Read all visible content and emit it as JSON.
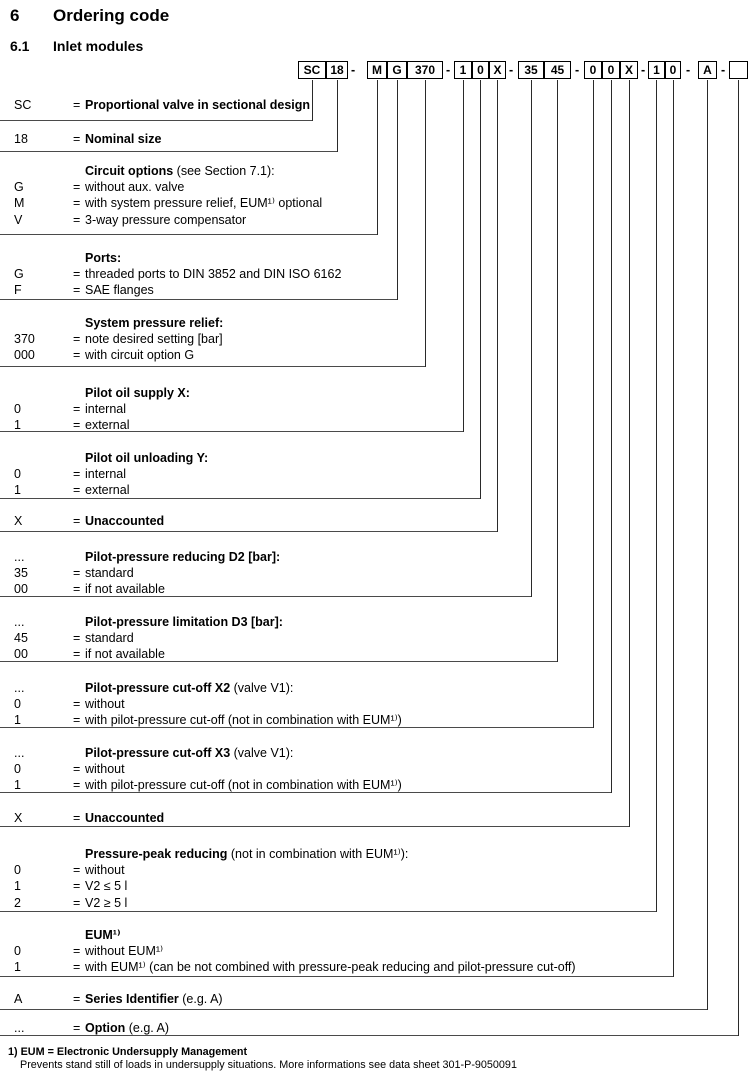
{
  "colors": {
    "text": "#000000",
    "lines": "#4a4a4a"
  },
  "header": {
    "section_number": "6",
    "title": "Ordering code",
    "subsection_number": "6.1",
    "subtitle": "Inlet modules"
  },
  "ordering_code": {
    "segments": [
      {
        "kind": "box",
        "label": "SC"
      },
      {
        "kind": "box",
        "label": "18"
      },
      {
        "kind": "dash",
        "label": "-"
      },
      {
        "kind": "box",
        "label": "M"
      },
      {
        "kind": "box",
        "label": "G"
      },
      {
        "kind": "box",
        "label": "370"
      },
      {
        "kind": "dash",
        "label": "-"
      },
      {
        "kind": "box",
        "label": "1"
      },
      {
        "kind": "box",
        "label": "0"
      },
      {
        "kind": "box",
        "label": "X"
      },
      {
        "kind": "dash",
        "label": "-"
      },
      {
        "kind": "box",
        "label": "35"
      },
      {
        "kind": "box",
        "label": "45"
      },
      {
        "kind": "dash",
        "label": "-"
      },
      {
        "kind": "box",
        "label": "0"
      },
      {
        "kind": "box",
        "label": "0"
      },
      {
        "kind": "box",
        "label": "X"
      },
      {
        "kind": "dash",
        "label": "-"
      },
      {
        "kind": "box",
        "label": "1"
      },
      {
        "kind": "box",
        "label": "0"
      },
      {
        "kind": "dash",
        "label": "-"
      },
      {
        "kind": "box",
        "label": "A"
      },
      {
        "kind": "dash",
        "label": "-"
      },
      {
        "kind": "box",
        "label": ""
      }
    ]
  },
  "sections": [
    {
      "id": "sectional-design",
      "rows": [
        {
          "code": "SC",
          "eq": "=",
          "bold": "Proportional valve in sectional design",
          "rest": ""
        }
      ]
    },
    {
      "id": "nominal-size",
      "rows": [
        {
          "code": "18",
          "eq": "=",
          "bold": "Nominal size",
          "rest": ""
        }
      ]
    },
    {
      "id": "circuit-options",
      "rows": [
        {
          "code": "",
          "eq": "",
          "bold": "Circuit options",
          "rest": " (see Section 7.1):"
        },
        {
          "code": "G",
          "eq": "=",
          "bold": "",
          "rest": "without aux. valve"
        },
        {
          "code": "M",
          "eq": "=",
          "bold": "",
          "rest": "with system pressure relief, EUM¹⁾ optional"
        },
        {
          "code": "V",
          "eq": "=",
          "bold": "",
          "rest": "3-way pressure compensator"
        }
      ]
    },
    {
      "id": "ports",
      "rows": [
        {
          "code": "",
          "eq": "",
          "bold": "Ports:",
          "rest": ""
        },
        {
          "code": "G",
          "eq": "=",
          "bold": "",
          "rest": "threaded ports to DIN 3852 and DIN ISO 6162"
        },
        {
          "code": "F",
          "eq": "=",
          "bold": "",
          "rest": "SAE flanges"
        }
      ]
    },
    {
      "id": "system-pressure-relief",
      "rows": [
        {
          "code": "",
          "eq": "",
          "bold": "System pressure relief:",
          "rest": ""
        },
        {
          "code": "370",
          "eq": "=",
          "bold": "",
          "rest": "note desired setting [bar]"
        },
        {
          "code": "000",
          "eq": "=",
          "bold": "",
          "rest": "with circuit option G"
        }
      ]
    },
    {
      "id": "pilot-oil-supply-x",
      "rows": [
        {
          "code": "",
          "eq": "",
          "bold": "Pilot oil supply X:",
          "rest": ""
        },
        {
          "code": "0",
          "eq": "=",
          "bold": "",
          "rest": "internal"
        },
        {
          "code": "1",
          "eq": "=",
          "bold": "",
          "rest": "external"
        }
      ]
    },
    {
      "id": "pilot-oil-unloading-y",
      "rows": [
        {
          "code": "",
          "eq": "",
          "bold": "Pilot oil unloading Y:",
          "rest": ""
        },
        {
          "code": "0",
          "eq": "=",
          "bold": "",
          "rest": "internal"
        },
        {
          "code": "1",
          "eq": "=",
          "bold": "",
          "rest": "external"
        }
      ]
    },
    {
      "id": "unaccounted-1",
      "rows": [
        {
          "code": "X",
          "eq": "=",
          "bold": "Unaccounted",
          "rest": ""
        }
      ]
    },
    {
      "id": "pilot-pressure-reducing-d2",
      "rows": [
        {
          "code": "...",
          "eq": "",
          "bold": "Pilot-pressure reducing D2 [bar]:",
          "rest": ""
        },
        {
          "code": "35",
          "eq": "=",
          "bold": "",
          "rest": "standard"
        },
        {
          "code": "00",
          "eq": "=",
          "bold": "",
          "rest": "if not available"
        }
      ]
    },
    {
      "id": "pilot-pressure-limitation-d3",
      "rows": [
        {
          "code": "...",
          "eq": "",
          "bold": "Pilot-pressure limitation D3 [bar]:",
          "rest": ""
        },
        {
          "code": "45",
          "eq": "=",
          "bold": "",
          "rest": "standard"
        },
        {
          "code": "00",
          "eq": "=",
          "bold": "",
          "rest": "if not available"
        }
      ]
    },
    {
      "id": "pilot-pressure-cut-off-x2",
      "rows": [
        {
          "code": "...",
          "eq": "",
          "bold": "Pilot-pressure cut-off X2",
          "rest": " (valve V1):"
        },
        {
          "code": "0",
          "eq": "=",
          "bold": "",
          "rest": "without"
        },
        {
          "code": "1",
          "eq": "=",
          "bold": "",
          "rest": "with pilot-pressure cut-off (not in combination with EUM¹⁾)"
        }
      ]
    },
    {
      "id": "pilot-pressure-cut-off-x3",
      "rows": [
        {
          "code": "...",
          "eq": "",
          "bold": "Pilot-pressure cut-off X3",
          "rest": " (valve V1):"
        },
        {
          "code": "0",
          "eq": "=",
          "bold": "",
          "rest": "without"
        },
        {
          "code": "1",
          "eq": "=",
          "bold": "",
          "rest": "with pilot-pressure cut-off (not in combination with EUM¹⁾)"
        }
      ]
    },
    {
      "id": "unaccounted-2",
      "rows": [
        {
          "code": "X",
          "eq": "=",
          "bold": "Unaccounted",
          "rest": ""
        }
      ]
    },
    {
      "id": "pressure-peak-reducing",
      "rows": [
        {
          "code": "",
          "eq": "",
          "bold": "Pressure-peak reducing",
          "rest": " (not in combination with EUM¹⁾):"
        },
        {
          "code": "0",
          "eq": "=",
          "bold": "",
          "rest": "without"
        },
        {
          "code": "1",
          "eq": "=",
          "bold": "",
          "rest": "V2 ≤ 5 l"
        },
        {
          "code": "2",
          "eq": "=",
          "bold": "",
          "rest": "V2 ≥ 5 l"
        }
      ]
    },
    {
      "id": "eum",
      "rows": [
        {
          "code": "",
          "eq": "",
          "bold": "EUM¹⁾",
          "rest": ""
        },
        {
          "code": "0",
          "eq": "=",
          "bold": "",
          "rest": "without EUM¹⁾"
        },
        {
          "code": "1",
          "eq": "=",
          "bold": "",
          "rest": "with EUM¹⁾ (can be not combined with pressure-peak reducing and pilot-pressure cut-off)"
        }
      ]
    },
    {
      "id": "series-identifier",
      "rows": [
        {
          "code": "A",
          "eq": "=",
          "bold": "Series Identifier",
          "rest": " (e.g. A)"
        }
      ]
    },
    {
      "id": "option",
      "rows": [
        {
          "code": "...",
          "eq": "=",
          "bold": "Option",
          "rest": " (e.g. A)"
        }
      ]
    }
  ],
  "footnote": {
    "line1": "1) EUM = Electronic Undersupply Management",
    "line2": "Prevents stand still of loads in undersupply situations. More informations see data sheet 301-P-9050091"
  }
}
